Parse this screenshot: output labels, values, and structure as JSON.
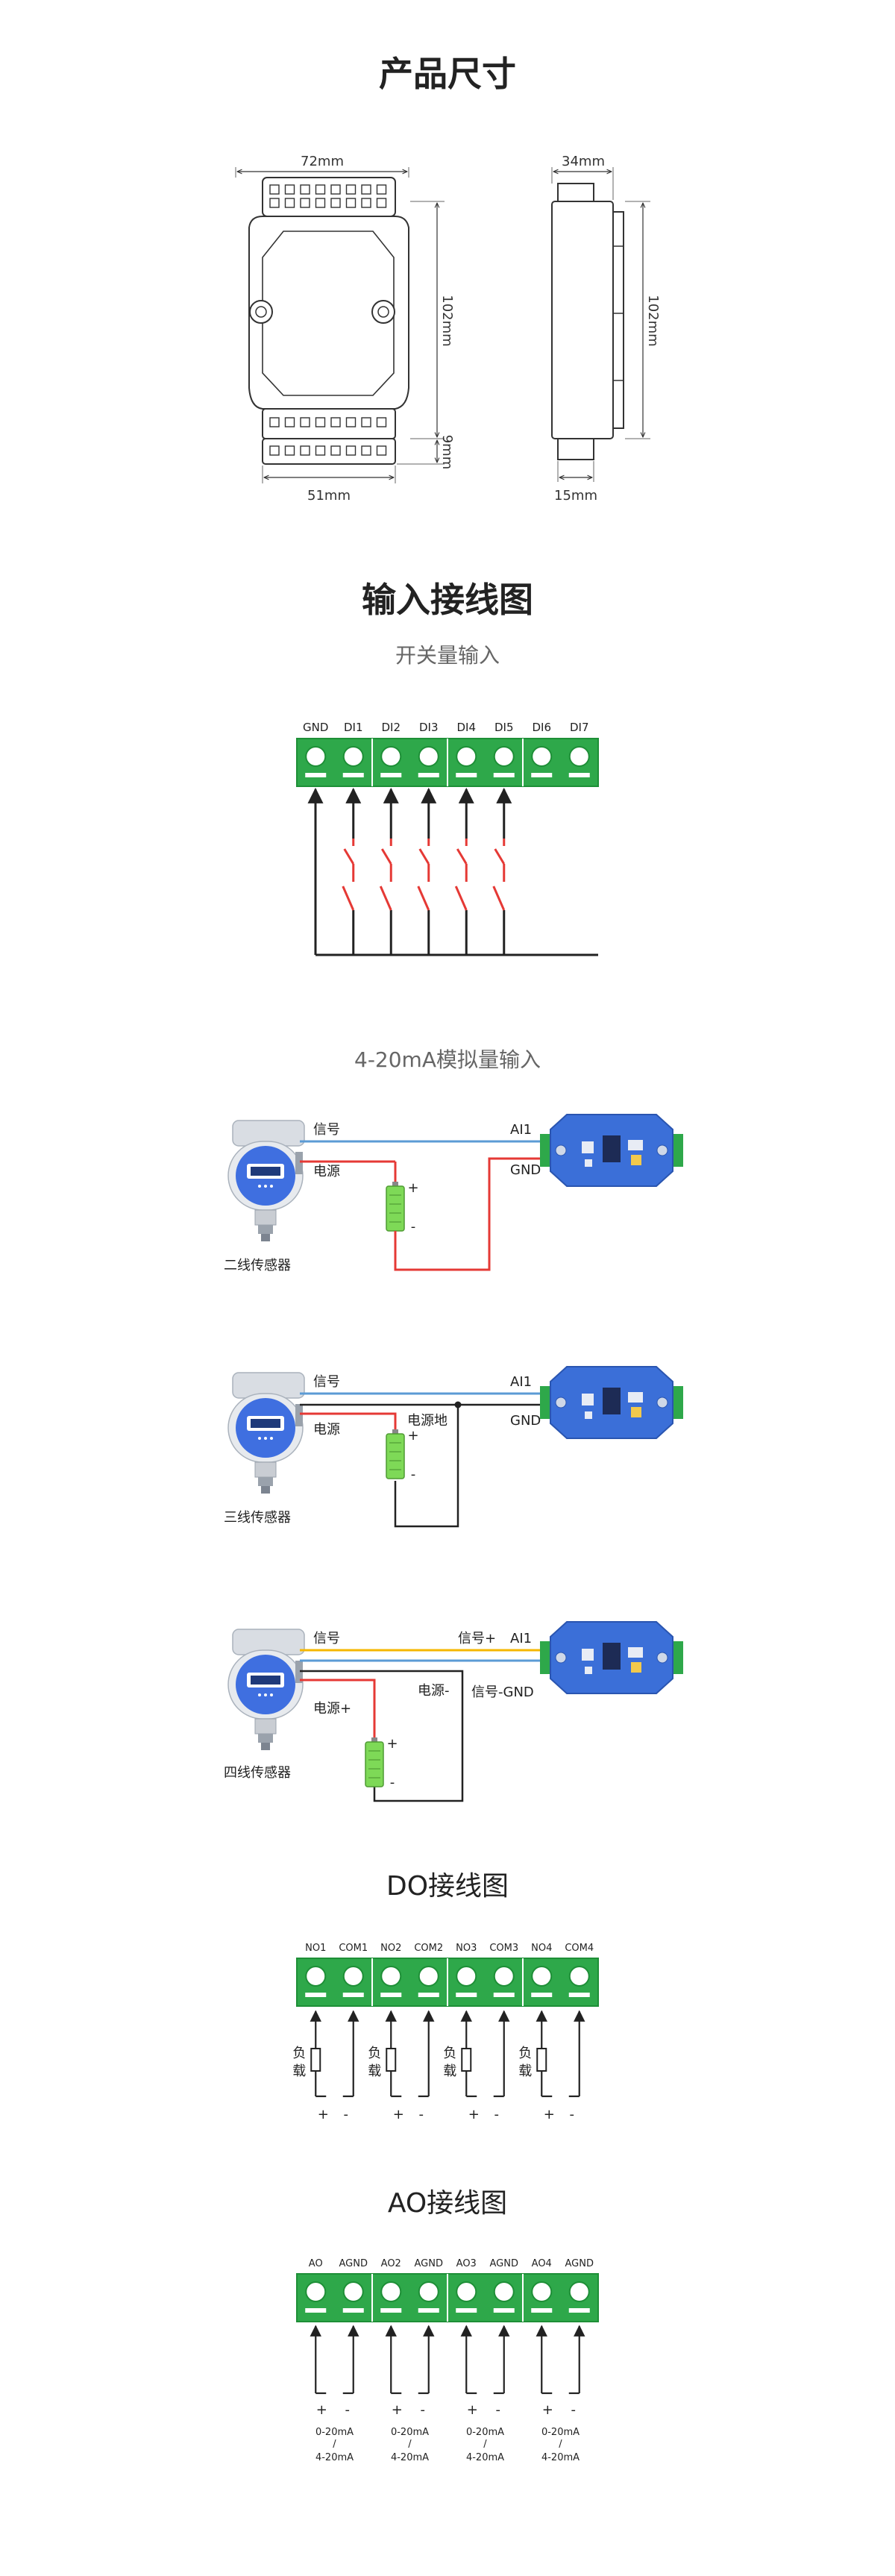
{
  "colors": {
    "terminal_green": "#2ea84a",
    "terminal_dark": "#1e8f37",
    "switch_red": "#e53935",
    "signal_blue": "#5b9bd5",
    "signal_yellow": "#f5b700",
    "module_blue": "#3b6fd8",
    "battery_green": "#7ed957"
  },
  "sections": {
    "size": {
      "title": "产品尺寸",
      "dims": {
        "width_top": "72mm",
        "height_front": "102mm",
        "terminal_h": "9mm",
        "width_bottom": "51mm",
        "depth_top": "34mm",
        "height_side": "102mm",
        "depth_bottom": "15mm"
      }
    },
    "input": {
      "title": "输入接线图",
      "switch": {
        "subtitle": "开关量输入",
        "labels": [
          "GND",
          "DI1",
          "DI2",
          "DI3",
          "DI4",
          "DI5",
          "DI6",
          "DI7"
        ]
      },
      "analog": {
        "subtitle": "4-20mA模拟量输入",
        "two_wire": {
          "sensor": "二线传感器",
          "signal": "信号",
          "power": "电源",
          "ai": "AI1",
          "gnd": "GND"
        },
        "three_wire": {
          "sensor": "三线传感器",
          "signal": "信号",
          "power": "电源",
          "power_gnd": "电源地",
          "ai": "AI1",
          "gnd": "GND"
        },
        "four_wire": {
          "sensor": "四线传感器",
          "signal": "信号",
          "power_plus": "电源+",
          "power_minus": "电源-",
          "signal_plus": "信号+",
          "signal_minus_gnd": "信号-GND",
          "ai": "AI1"
        }
      },
      "plus": "+",
      "minus": "-"
    },
    "do": {
      "title": "DO接线图",
      "labels": [
        "NO1",
        "COM1",
        "NO2",
        "COM2",
        "NO3",
        "COM3",
        "NO4",
        "COM4"
      ],
      "load": "负载",
      "plus": "+",
      "minus": "-"
    },
    "ao": {
      "title": "AO接线图",
      "labels": [
        "AO",
        "AGND",
        "AO2",
        "AGND",
        "AO3",
        "AGND",
        "AO4",
        "AGND"
      ],
      "range1": "0-20mA",
      "slash": "/",
      "range2": "4-20mA",
      "plus": "+",
      "minus": "-"
    }
  }
}
